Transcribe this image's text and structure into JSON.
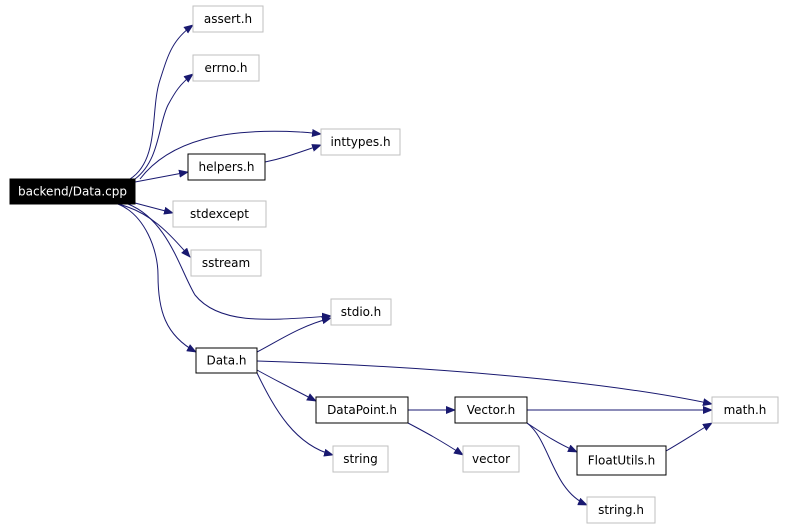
{
  "graph": {
    "colors": {
      "edge": "#191970",
      "root_fill": "#000000",
      "root_text": "#ffffff",
      "local_border": "#000000",
      "system_border": "#bfbfbf",
      "text": "#000000"
    },
    "nodes": [
      {
        "id": "data_cpp",
        "label": "backend/Data.cpp",
        "kind": "root"
      },
      {
        "id": "assert_h",
        "label": "assert.h",
        "kind": "system"
      },
      {
        "id": "errno_h",
        "label": "errno.h",
        "kind": "system"
      },
      {
        "id": "inttypes_h",
        "label": "inttypes.h",
        "kind": "system"
      },
      {
        "id": "helpers_h",
        "label": "helpers.h",
        "kind": "local"
      },
      {
        "id": "stdexcept",
        "label": "stdexcept",
        "kind": "system"
      },
      {
        "id": "sstream",
        "label": "sstream",
        "kind": "system"
      },
      {
        "id": "stdio_h",
        "label": "stdio.h",
        "kind": "system"
      },
      {
        "id": "data_h",
        "label": "Data.h",
        "kind": "local"
      },
      {
        "id": "math_h",
        "label": "math.h",
        "kind": "system"
      },
      {
        "id": "datapoint_h",
        "label": "DataPoint.h",
        "kind": "local"
      },
      {
        "id": "vector_h",
        "label": "Vector.h",
        "kind": "local"
      },
      {
        "id": "string",
        "label": "string",
        "kind": "system"
      },
      {
        "id": "vector",
        "label": "vector",
        "kind": "system"
      },
      {
        "id": "floatutils_h",
        "label": "FloatUtils.h",
        "kind": "local"
      },
      {
        "id": "string_h",
        "label": "string.h",
        "kind": "system"
      }
    ],
    "edges": [
      {
        "from": "data_cpp",
        "to": "assert_h"
      },
      {
        "from": "data_cpp",
        "to": "errno_h"
      },
      {
        "from": "data_cpp",
        "to": "inttypes_h"
      },
      {
        "from": "data_cpp",
        "to": "helpers_h"
      },
      {
        "from": "data_cpp",
        "to": "stdexcept"
      },
      {
        "from": "data_cpp",
        "to": "sstream"
      },
      {
        "from": "data_cpp",
        "to": "stdio_h"
      },
      {
        "from": "data_cpp",
        "to": "data_h"
      },
      {
        "from": "helpers_h",
        "to": "inttypes_h"
      },
      {
        "from": "data_h",
        "to": "stdio_h"
      },
      {
        "from": "data_h",
        "to": "math_h"
      },
      {
        "from": "data_h",
        "to": "datapoint_h"
      },
      {
        "from": "data_h",
        "to": "string"
      },
      {
        "from": "datapoint_h",
        "to": "vector_h"
      },
      {
        "from": "datapoint_h",
        "to": "vector"
      },
      {
        "from": "vector_h",
        "to": "math_h"
      },
      {
        "from": "vector_h",
        "to": "floatutils_h"
      },
      {
        "from": "vector_h",
        "to": "string_h"
      },
      {
        "from": "floatutils_h",
        "to": "math_h"
      }
    ]
  }
}
